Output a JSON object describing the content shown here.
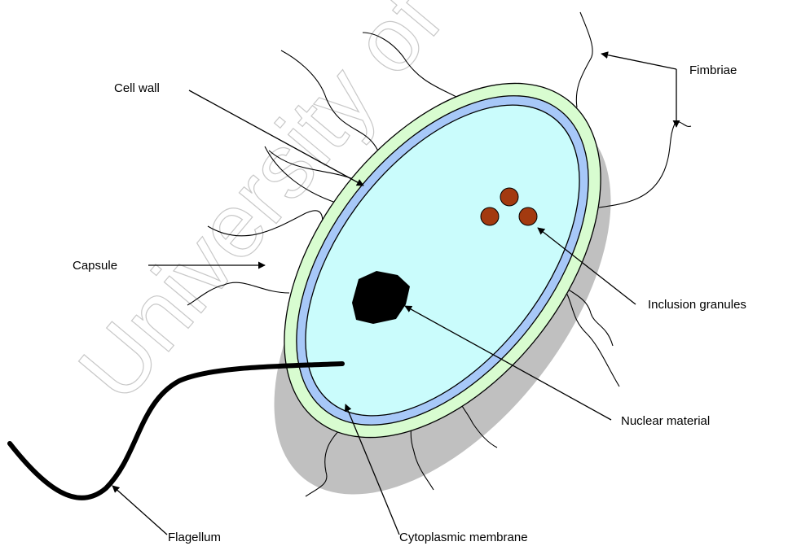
{
  "watermark": "University of Cape Town",
  "labels": {
    "cell_wall": "Cell wall",
    "fimbriae": "Fimbriae",
    "capsule": "Capsule",
    "inclusion_granules": "Inclusion granules",
    "nuclear_material": "Nuclear material",
    "flagellum": "Flagellum",
    "cytoplasmic_membrane": "Cytoplasmic membrane"
  },
  "colors": {
    "capsule": "#c0c0c0",
    "cell_wall": "#d8fcd0",
    "membrane": "#a7c8f8",
    "cytoplasm": "#cafcfc",
    "granule": "#a33a10",
    "nucleoid": "#000000",
    "flagellum": "#000000"
  },
  "granule_count": 3
}
